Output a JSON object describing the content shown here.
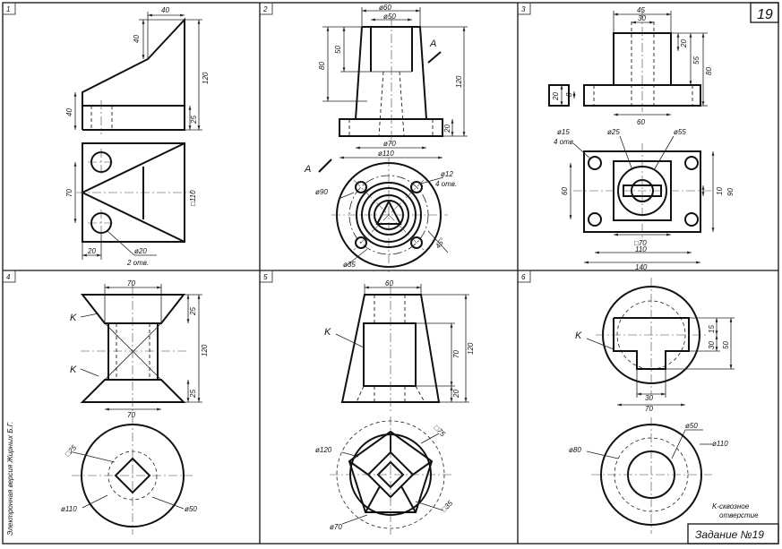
{
  "sheet": {
    "number": "19",
    "title": "Задание №19",
    "side_note": "Электронная версия Жирных Б.Г.",
    "panel_numbers": [
      "1",
      "2",
      "3",
      "4",
      "5",
      "6"
    ]
  },
  "panel1": {
    "dims": {
      "w40": "40",
      "h40": "40",
      "h120": "120",
      "h40b": "40",
      "h25": "25",
      "h70": "70",
      "sq110": "□110",
      "w20": "20",
      "d20": "ø20",
      "holes": "2 отв."
    }
  },
  "panel2": {
    "section_label_a": "A",
    "section_label_a2": "A",
    "dims": {
      "d60": "ø60",
      "d50": "ø50",
      "h80": "80",
      "h50": "50",
      "h120": "120",
      "h20": "20",
      "d70": "ø70",
      "d110": "ø110",
      "d12": "ø12",
      "holes": "4 отв.",
      "d90": "ø90",
      "ang45": "45°",
      "d35": "ø35"
    }
  },
  "panel3": {
    "dims": {
      "w45": "45",
      "w30": "30",
      "h20": "20",
      "h55": "55",
      "h80": "80",
      "h20b": "20",
      "h8": "8",
      "w60": "60",
      "d15": "ø15",
      "holes": "4 отв",
      "d25": "ø25",
      "d55": "ø55",
      "h60": "60",
      "h10": "10",
      "h90": "90",
      "sq70": "□70",
      "w110": "110",
      "w140": "140"
    }
  },
  "panel4": {
    "k_upper": "K",
    "k_lower": "K",
    "dims": {
      "w70": "70",
      "h25": "25",
      "h120": "120",
      "h25b": "25",
      "w70b": "70",
      "sq25": "□25",
      "d110": "ø110",
      "d50": "ø50"
    }
  },
  "panel5": {
    "k_label": "K",
    "dims": {
      "w60": "60",
      "h120": "120",
      "h70": "70",
      "h20": "20",
      "d120": "ø120",
      "sq75": "□75",
      "sq35": "□35",
      "d70": "ø70"
    }
  },
  "panel6": {
    "k_label": "K",
    "note_line1": "K-сквозное",
    "note_line2": "отверстие",
    "dims": {
      "h15": "15",
      "h30": "30",
      "h50": "50",
      "w30": "30",
      "w70": "70",
      "d50": "ø50",
      "d80": "ø80",
      "d110": "ø110"
    }
  }
}
